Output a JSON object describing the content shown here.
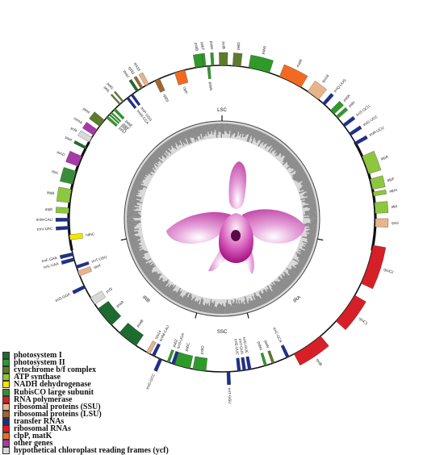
{
  "regions": [
    "LSC",
    "IRB",
    "SSC",
    "IRA"
  ],
  "legend": [
    {
      "label": "photosystem I",
      "color": "#1e6b2f"
    },
    {
      "label": "photosystem II",
      "color": "#2f9a2a"
    },
    {
      "label": "cytochrome b/f complex",
      "color": "#5e7b2c"
    },
    {
      "label": "ATP synthase",
      "color": "#8dc63f"
    },
    {
      "label": "NADH dehydrogenase",
      "color": "#f2e500"
    },
    {
      "label": "RubisCO large subunit",
      "color": "#3a8c3a"
    },
    {
      "label": "RNA polymerase",
      "color": "#d61f26"
    },
    {
      "label": "ribosomal proteins (SSU)",
      "color": "#e8b48a"
    },
    {
      "label": "ribosomal proteins (LSU)",
      "color": "#a0672f"
    },
    {
      "label": "transfer RNAs",
      "color": "#1f2f8f"
    },
    {
      "label": "ribosomal RNAs",
      "color": "#e31b23"
    },
    {
      "label": "clpP, matK",
      "color": "#f26a21"
    },
    {
      "label": "other genes",
      "color": "#a83aa8"
    },
    {
      "label": "hypothetical chloroplast reading frames (ycf)",
      "color": "#d9d9d9"
    }
  ],
  "genes_outer": [
    {
      "name": "psbA",
      "a": 10,
      "w": 8,
      "out": true,
      "cat": 1
    },
    {
      "name": "matK",
      "a": 22,
      "w": 9,
      "out": true,
      "cat": 11
    },
    {
      "name": "rps16",
      "a": 34,
      "w": 5,
      "out": true,
      "cat": 7
    },
    {
      "name": "trnQ-UUG",
      "a": 41,
      "w": 1.2,
      "out": true,
      "cat": 9
    },
    {
      "name": "psbK",
      "a": 45,
      "w": 2,
      "out": true,
      "cat": 1
    },
    {
      "name": "psbI",
      "a": 48,
      "w": 1.2,
      "out": true,
      "cat": 1
    },
    {
      "name": "trnS-GCU",
      "a": 52,
      "w": 1.2,
      "out": true,
      "cat": 9
    },
    {
      "name": "trnG-UCC",
      "a": 56,
      "w": 1.2,
      "out": true,
      "cat": 9
    },
    {
      "name": "trnR-UCU",
      "a": 60,
      "w": 1.2,
      "out": true,
      "cat": 9
    },
    {
      "name": "atpA",
      "a": 66,
      "w": 7,
      "out": true,
      "cat": 3
    },
    {
      "name": "atpF",
      "a": 75,
      "w": 4,
      "out": true,
      "cat": 3
    },
    {
      "name": "atpH",
      "a": 80,
      "w": 1.5,
      "out": true,
      "cat": 3
    },
    {
      "name": "atpI",
      "a": 84,
      "w": 4,
      "out": true,
      "cat": 3
    },
    {
      "name": "rps2",
      "a": 90,
      "w": 3,
      "out": true,
      "cat": 7
    },
    {
      "name": "rpoC2",
      "a": 100,
      "w": 15,
      "out": true,
      "cat": 6
    },
    {
      "name": "rpoC1",
      "a": 120,
      "w": 12,
      "out": true,
      "cat": 6
    },
    {
      "name": "rpoB",
      "a": 140,
      "w": 12,
      "out": true,
      "cat": 6
    },
    {
      "name": "trnC-GCA",
      "a": 154,
      "w": 1.2,
      "out": false,
      "cat": 9
    },
    {
      "name": "petN",
      "a": 160,
      "w": 1,
      "out": false,
      "cat": 2
    },
    {
      "name": "psbM",
      "a": 163,
      "w": 1,
      "out": false,
      "cat": 1
    },
    {
      "name": "trnD-GUC",
      "a": 169,
      "w": 1.2,
      "out": false,
      "cat": 9
    },
    {
      "name": "trnY-GUA",
      "a": 171,
      "w": 1.2,
      "out": false,
      "cat": 9
    },
    {
      "name": "trnE-UUC",
      "a": 173,
      "w": 1.2,
      "out": false,
      "cat": 9
    },
    {
      "name": "trnT-GGU",
      "a": 177,
      "w": 1.2,
      "out": true,
      "cat": 9
    },
    {
      "name": "psbD",
      "a": 186,
      "w": 5,
      "out": false,
      "cat": 1
    },
    {
      "name": "psbC",
      "a": 192,
      "w": 6,
      "out": false,
      "cat": 1
    },
    {
      "name": "trnS-UGA",
      "a": 198,
      "w": 1.2,
      "out": false,
      "cat": 9
    },
    {
      "name": "psbZ",
      "a": 200,
      "w": 1,
      "out": false,
      "cat": 1
    },
    {
      "name": "trnG-GCC",
      "a": 203,
      "w": 1.2,
      "out": true,
      "cat": 9
    },
    {
      "name": "trnfM-CAU",
      "a": 206,
      "w": 1.2,
      "out": false,
      "cat": 9
    },
    {
      "name": "rps14",
      "a": 208,
      "w": 1.5,
      "out": false,
      "cat": 7
    },
    {
      "name": "psaB",
      "a": 214,
      "w": 8,
      "out": false,
      "cat": 0
    },
    {
      "name": "psaA",
      "a": 226,
      "w": 8,
      "out": false,
      "cat": 0
    },
    {
      "name": "ycf3",
      "a": 236,
      "w": 3,
      "out": false,
      "cat": 13
    },
    {
      "name": "trnS-GGA",
      "a": 243,
      "w": 1.2,
      "out": true,
      "cat": 9
    },
    {
      "name": "rps4",
      "a": 248,
      "w": 2,
      "out": false,
      "cat": 7
    },
    {
      "name": "trnT-UGU",
      "a": 251,
      "w": 1.2,
      "out": false,
      "cat": 9
    },
    {
      "name": "trnL-UAA",
      "a": 254,
      "w": 1.2,
      "out": true,
      "cat": 9
    },
    {
      "name": "trnF-GAA",
      "a": 256,
      "w": 1.2,
      "out": true,
      "cat": 9
    },
    {
      "name": "ndhC",
      "a": 262,
      "w": 2,
      "out": false,
      "cat": 4
    },
    {
      "name": "trnV-UAC",
      "a": 266,
      "w": 1.2,
      "out": true,
      "cat": 9
    },
    {
      "name": "trnM-CAU",
      "a": 269,
      "w": 1.2,
      "out": true,
      "cat": 9
    },
    {
      "name": "atpE",
      "a": 272,
      "w": 2,
      "out": true,
      "cat": 3
    },
    {
      "name": "atpB",
      "a": 276,
      "w": 5,
      "out": true,
      "cat": 3
    },
    {
      "name": "rbcL",
      "a": 283,
      "w": 5,
      "out": true,
      "cat": 5
    },
    {
      "name": "accD",
      "a": 290,
      "w": 4,
      "out": true,
      "cat": 12
    },
    {
      "name": "psaI",
      "a": 297,
      "w": 1,
      "out": true,
      "cat": 0
    },
    {
      "name": "ycf4",
      "a": 300,
      "w": 2,
      "out": true,
      "cat": 13
    },
    {
      "name": "cemA",
      "a": 303,
      "w": 2.5,
      "out": true,
      "cat": 12
    },
    {
      "name": "petA",
      "a": 307,
      "w": 3,
      "out": true,
      "cat": 2
    },
    {
      "name": "psbJ",
      "a": 311,
      "w": 1,
      "out": false,
      "cat": 1
    },
    {
      "name": "psbL",
      "a": 312.5,
      "w": 0.6,
      "out": false,
      "cat": 1
    },
    {
      "name": "psbF",
      "a": 313.5,
      "w": 0.6,
      "out": false,
      "cat": 1
    },
    {
      "name": "psbE",
      "a": 315,
      "w": 1,
      "out": false,
      "cat": 1
    },
    {
      "name": "petL",
      "a": 318,
      "w": 0.6,
      "out": true,
      "cat": 2
    },
    {
      "name": "petG",
      "a": 319.5,
      "w": 0.6,
      "out": true,
      "cat": 2
    },
    {
      "name": "trnW-CCA",
      "a": 321.5,
      "w": 1,
      "out": false,
      "cat": 9
    },
    {
      "name": "trnP-UGG",
      "a": 323.5,
      "w": 1,
      "out": false,
      "cat": 9
    },
    {
      "name": "psaJ",
      "a": 326,
      "w": 1,
      "out": true,
      "cat": 0
    },
    {
      "name": "rpl33",
      "a": 328,
      "w": 1,
      "out": true,
      "cat": 8
    },
    {
      "name": "rps18",
      "a": 330,
      "w": 1.5,
      "out": true,
      "cat": 7
    },
    {
      "name": "rpl20",
      "a": 334,
      "w": 2,
      "out": false,
      "cat": 8
    },
    {
      "name": "clpP",
      "a": 342,
      "w": 4,
      "out": false,
      "cat": 11
    },
    {
      "name": "psbB",
      "a": 350,
      "w": 3,
      "out": true,
      "cat": 1
    },
    {
      "name": "psbT",
      "a": 353,
      "w": 1,
      "out": true,
      "cat": 1
    },
    {
      "name": "psbN",
      "a": 354.5,
      "w": 1,
      "out": false,
      "cat": 1
    },
    {
      "name": "psbH",
      "a": 356,
      "w": 1,
      "out": true,
      "cat": 1
    },
    {
      "name": "petB",
      "a": 359,
      "w": 3,
      "out": true,
      "cat": 2
    },
    {
      "name": "petD",
      "a": 4,
      "w": 3,
      "out": true,
      "cat": 2
    }
  ],
  "flower_colors": {
    "petal": "#e6a3da",
    "petal_dark": "#c451ad",
    "lip": "#a3127f",
    "center": "#fbf1f6"
  }
}
